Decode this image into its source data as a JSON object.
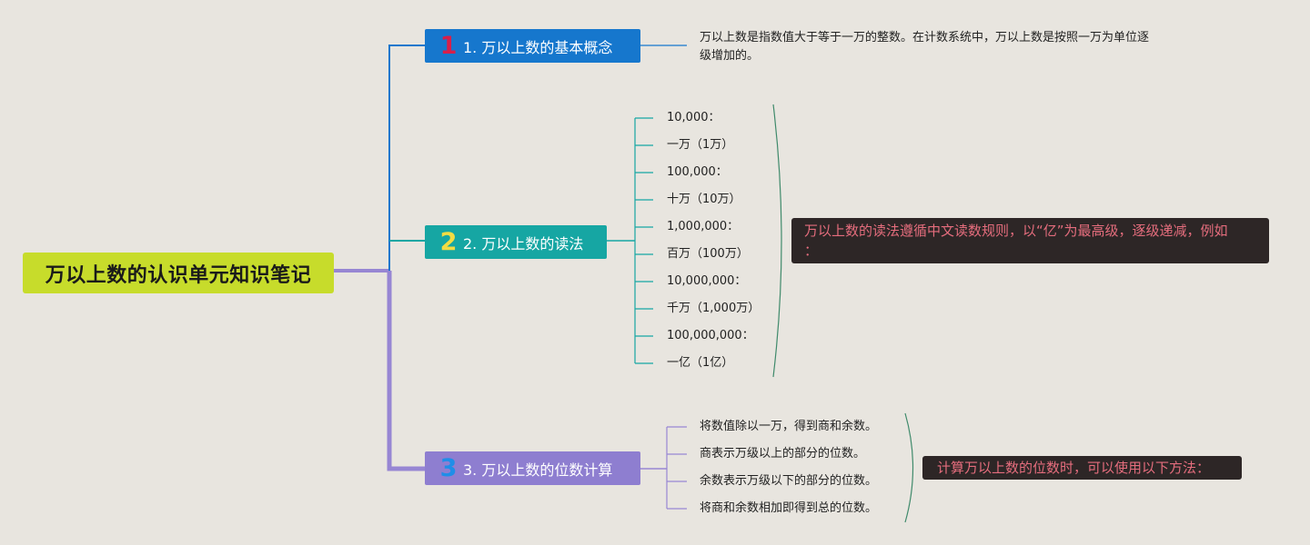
{
  "root": {
    "title": "万以上数的认识单元知识笔记"
  },
  "branches": [
    {
      "number": "1",
      "label": "1. 万以上数的基本概念",
      "description": "万以上数是指数值大于等于一万的整数。在计数系统中，万以上数是按照一万为单位逐级增加的。"
    },
    {
      "number": "2",
      "label": "2. 万以上数的读法",
      "items": [
        "10,000：",
        "一万（1万）",
        "100,000：",
        "十万（10万）",
        "1,000,000：",
        "百万（100万）",
        "10,000,000：",
        "千万（1,000万）",
        "100,000,000：",
        "一亿（1亿）"
      ],
      "note": "万以上数的读法遵循中文读数规则，以“亿”为最高级，逐级递减，例如：",
      "note_line1": "万以上数的读法遵循中文读数规则，以“亿”为最高级，逐级递减，例如",
      "note_line2": "："
    },
    {
      "number": "3",
      "label": "3. 万以上数的位数计算",
      "items": [
        "将数值除以一万，得到商和余数。",
        "商表示万级以上的部分的位数。",
        "余数表示万级以下的部分的位数。",
        "将商和余数相加即得到总的位数。"
      ],
      "note": "计算万以上数的位数时，可以使用以下方法："
    }
  ],
  "colors": {
    "background": "#e8e5df",
    "root": "#c7dc2b",
    "branch1": "#1677cd",
    "branch2": "#16a6a3",
    "branch3": "#8e7ed0",
    "note_bg": "#2d2626",
    "note_text": "#e56d7d"
  }
}
